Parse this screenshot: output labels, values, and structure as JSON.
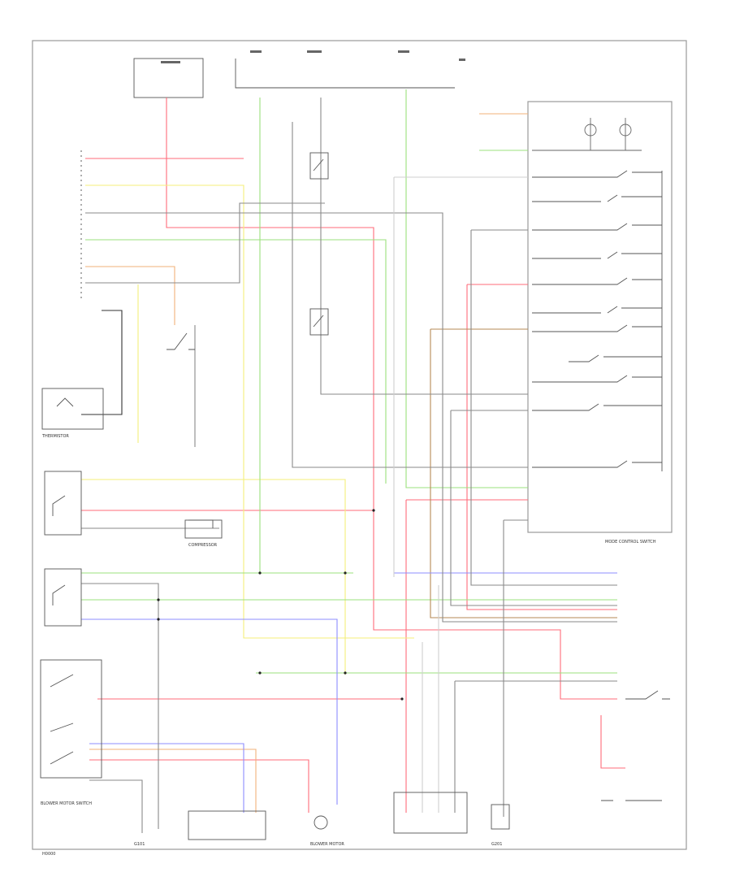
{
  "wire_colors": {
    "red": "#ff6b7a",
    "yellow": "#f4ef7a",
    "green": "#9be07c",
    "orange": "#f2b27a",
    "blue": "#8d8dff",
    "gray": "#8a8a8a",
    "black": "#333333",
    "light_gray": "#cfcfcf",
    "brown": "#b68a55"
  },
  "labels": {
    "blower_motor_switch": "BLOWER MOTOR SWITCH",
    "mode_control_switch": "MODE CONTROL SWITCH",
    "compressor": "COMPRESSOR",
    "thermistor": "THERMISTOR",
    "blower_motor": "BLOWER MOTOR",
    "g101": "G101",
    "g201": "G201",
    "footer_code": "H0000"
  }
}
